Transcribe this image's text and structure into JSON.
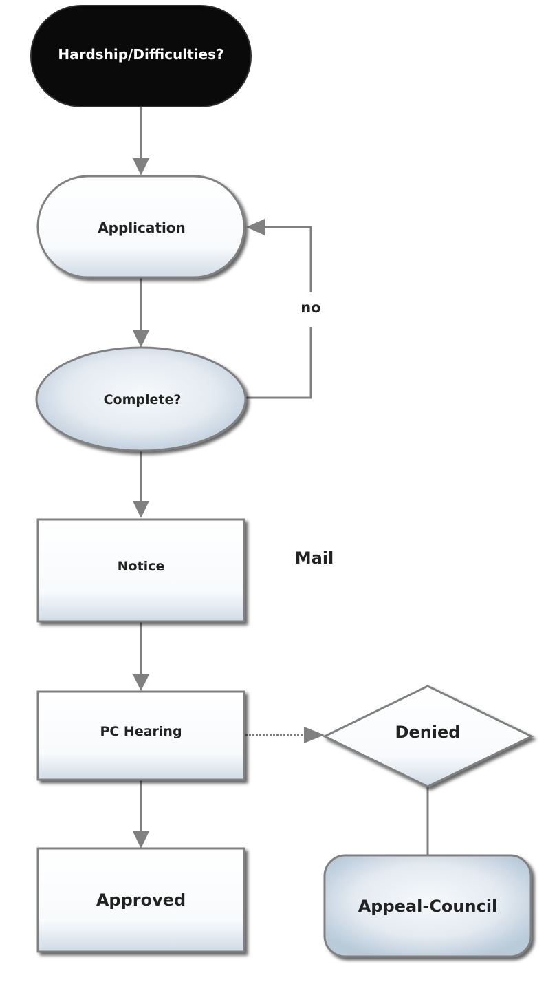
{
  "colors": {
    "connector": "#808080",
    "text": "#222222",
    "start_fill": "#0a0a0a",
    "node_border": "#808080"
  },
  "nodes": {
    "hardship": "Hardship/Difficulties?",
    "application": "Application",
    "complete": "Complete?",
    "notice": "Notice",
    "pc_hearing": "PC Hearing",
    "approved": "Approved",
    "denied": "Denied",
    "appeal": "Appeal-Council"
  },
  "labels": {
    "no": "no",
    "mail": "Mail"
  }
}
